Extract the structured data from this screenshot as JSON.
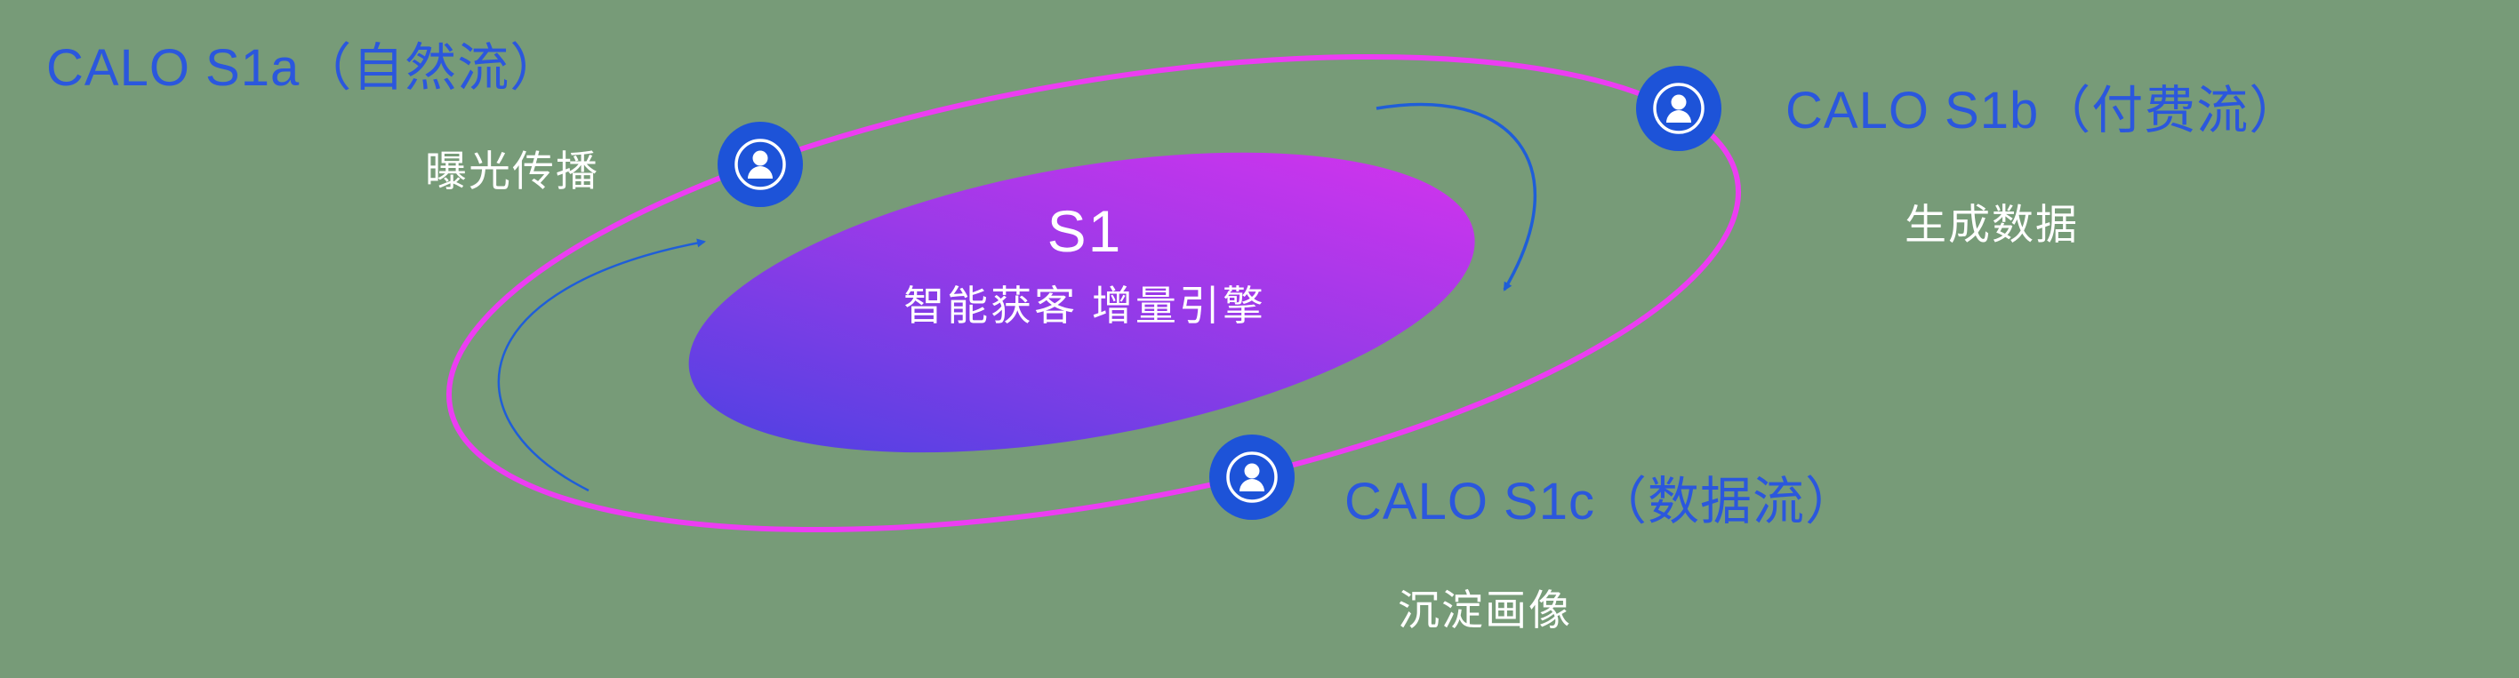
{
  "diagram": {
    "center": {
      "title": "S1",
      "subtitle": "智能获客  增量引擎"
    },
    "nodes": [
      {
        "id": "s1a",
        "label": "CALO S1a（自然流）",
        "sublabel": "曝光传播",
        "icon": "person-icon"
      },
      {
        "id": "s1b",
        "label": "CALO S1b（付费流）",
        "sublabel": "生成数据",
        "icon": "person-icon"
      },
      {
        "id": "s1c",
        "label": "CALO S1c（数据流）",
        "sublabel": "沉淀画像",
        "icon": "person-icon"
      }
    ],
    "colors": {
      "background": "#779b78",
      "label_blue": "#2b57dd",
      "orbit_pink": "#ec3df2",
      "node_blue": "#1d53d8",
      "arrow_blue": "#1f5ed8",
      "gradient_start": "#4a42e2",
      "gradient_end": "#d633ee",
      "white": "#ffffff"
    }
  }
}
